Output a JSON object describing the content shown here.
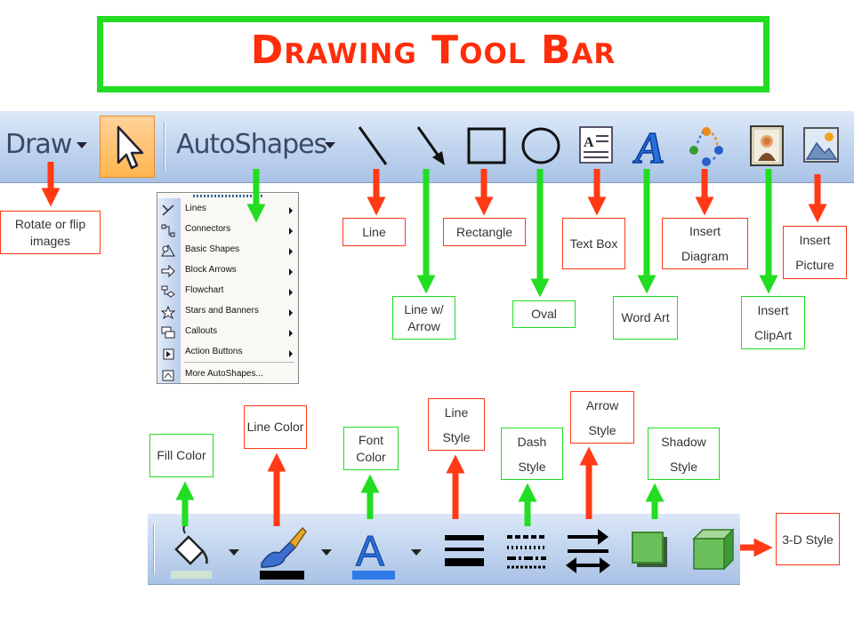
{
  "title": "Drawing Tool Bar",
  "colors": {
    "red": "#ff3a15",
    "green": "#22dd22",
    "toolbar_blue": "#c4d7f0",
    "selected_orange": "#ffb54f"
  },
  "toolbar": {
    "draw_label": "Draw",
    "autoshapes_label": "AutoShapes",
    "icons": [
      "select-pointer-icon",
      "line-icon",
      "arrow-icon",
      "rectangle-icon",
      "oval-icon",
      "text-box-icon",
      "wordart-icon",
      "diagram-icon",
      "clipart-icon",
      "picture-icon"
    ]
  },
  "autoshapes_menu": {
    "items": [
      {
        "label": "Lines",
        "icon": "lines-icon",
        "submenu": true
      },
      {
        "label": "Connectors",
        "icon": "connectors-icon",
        "submenu": true
      },
      {
        "label": "Basic Shapes",
        "icon": "basic-shapes-icon",
        "submenu": true
      },
      {
        "label": "Block Arrows",
        "icon": "block-arrows-icon",
        "submenu": true
      },
      {
        "label": "Flowchart",
        "icon": "flowchart-icon",
        "submenu": true
      },
      {
        "label": "Stars and Banners",
        "icon": "stars-icon",
        "submenu": true
      },
      {
        "label": "Callouts",
        "icon": "callouts-icon",
        "submenu": true
      },
      {
        "label": "Action Buttons",
        "icon": "action-buttons-icon",
        "submenu": true
      },
      {
        "label": "More AutoShapes...",
        "icon": "more-autoshapes-icon",
        "submenu": false
      }
    ]
  },
  "labels": {
    "rotate": "Rotate or flip images",
    "line": "Line",
    "line_arrow": "Line w/ Arrow",
    "rectangle": "Rectangle",
    "oval": "Oval",
    "text_box": "Text Box",
    "word_art": "Word Art",
    "insert_diagram": "Insert Diagram",
    "insert_clipart": "Insert ClipArt",
    "insert_picture": "Insert Picture",
    "fill_color": "Fill Color",
    "line_color": "Line Color",
    "font_color": "Font Color",
    "line_style": "Line Style",
    "dash_style": "Dash Style",
    "arrow_style": "Arrow Style",
    "shadow_style": "Shadow Style",
    "three_d_style": "3-D Style"
  },
  "formatting_toolbar": {
    "icons": [
      "fill-color-icon",
      "line-color-icon",
      "font-color-icon",
      "line-style-icon",
      "dash-style-icon",
      "arrow-style-icon",
      "shadow-style-icon",
      "3d-style-icon"
    ]
  }
}
